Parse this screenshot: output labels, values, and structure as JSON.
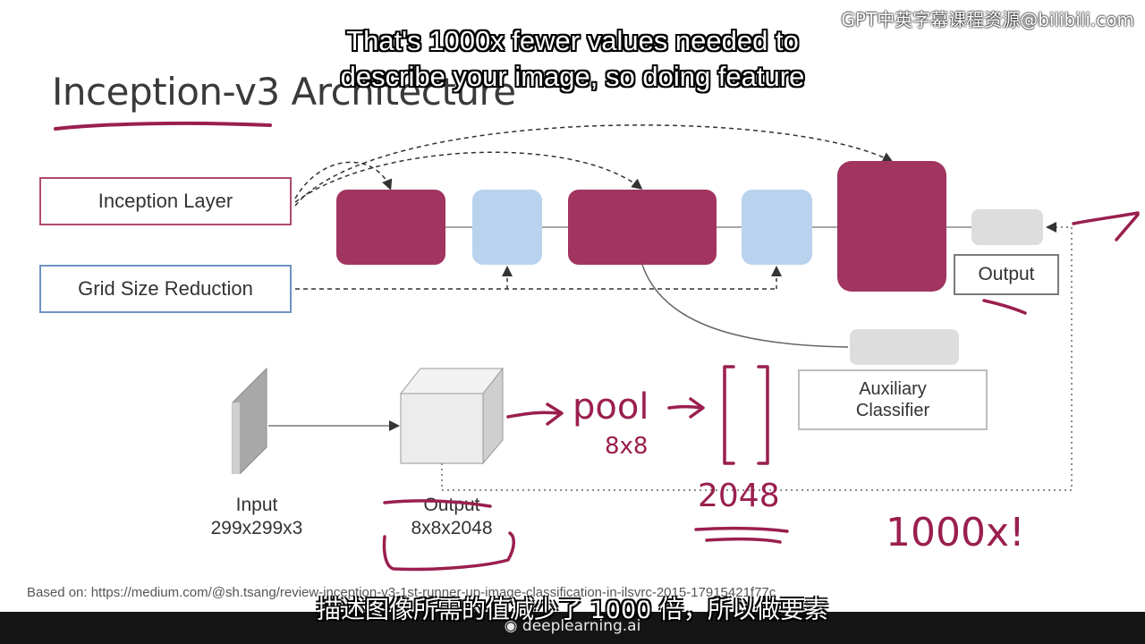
{
  "slide": {
    "title": "Inception-v3 Architecture",
    "legend": {
      "inception_layer": "Inception Layer",
      "grid_size_reduction": "Grid Size Reduction"
    },
    "output_label": "Output",
    "auxiliary_classifier": [
      "Auxiliary",
      "Classifier"
    ],
    "input_label": [
      "Input",
      "299x299x3"
    ],
    "output_tensor_label": [
      "Output",
      "8x8x2048"
    ],
    "source": "Based on: https://medium.com/@sh.tsang/review-inception-v3-1st-runner-up-image-classification-in-ilsvrc-2015-17915421f77c",
    "handwriting": {
      "pool": "pool",
      "pool_size": "8x8",
      "vector_size": "2048",
      "reduction": "1000x!"
    },
    "colors": {
      "inception": "#a23460",
      "reduction": "#b9d3ee",
      "annotation": "#9a1f4e"
    }
  },
  "subtitles": {
    "english": [
      "That's 1000x fewer values needed to",
      "describe your image, so doing feature"
    ],
    "chinese": "描述图像所需的值减少了 1000 倍，所以做要素"
  },
  "watermark": "GPT中英字幕课程资源@bilibili.com",
  "brand": "deeplearning.ai"
}
